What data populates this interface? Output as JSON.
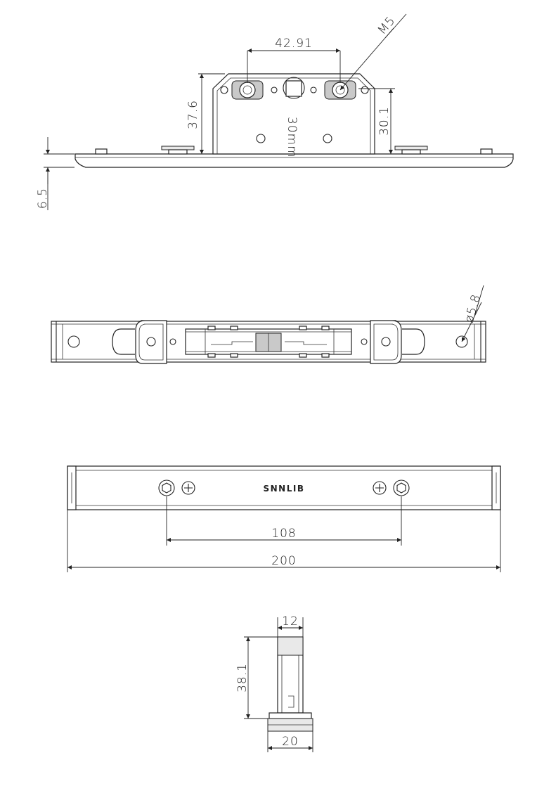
{
  "top_view": {
    "dim_width": "42.91",
    "dim_thread": "M5",
    "dim_height_left": "37.6",
    "dim_height_right": "30.1",
    "dim_offset": "6.5",
    "label_size": "30mm"
  },
  "plan_view": {
    "dim_hole": "ø5.8"
  },
  "front_view": {
    "brand": "SNNLIB",
    "dim_spacing": "108",
    "dim_length": "200"
  },
  "side_view": {
    "dim_width_top": "12",
    "dim_height": "38.1",
    "dim_width_base": "20"
  }
}
